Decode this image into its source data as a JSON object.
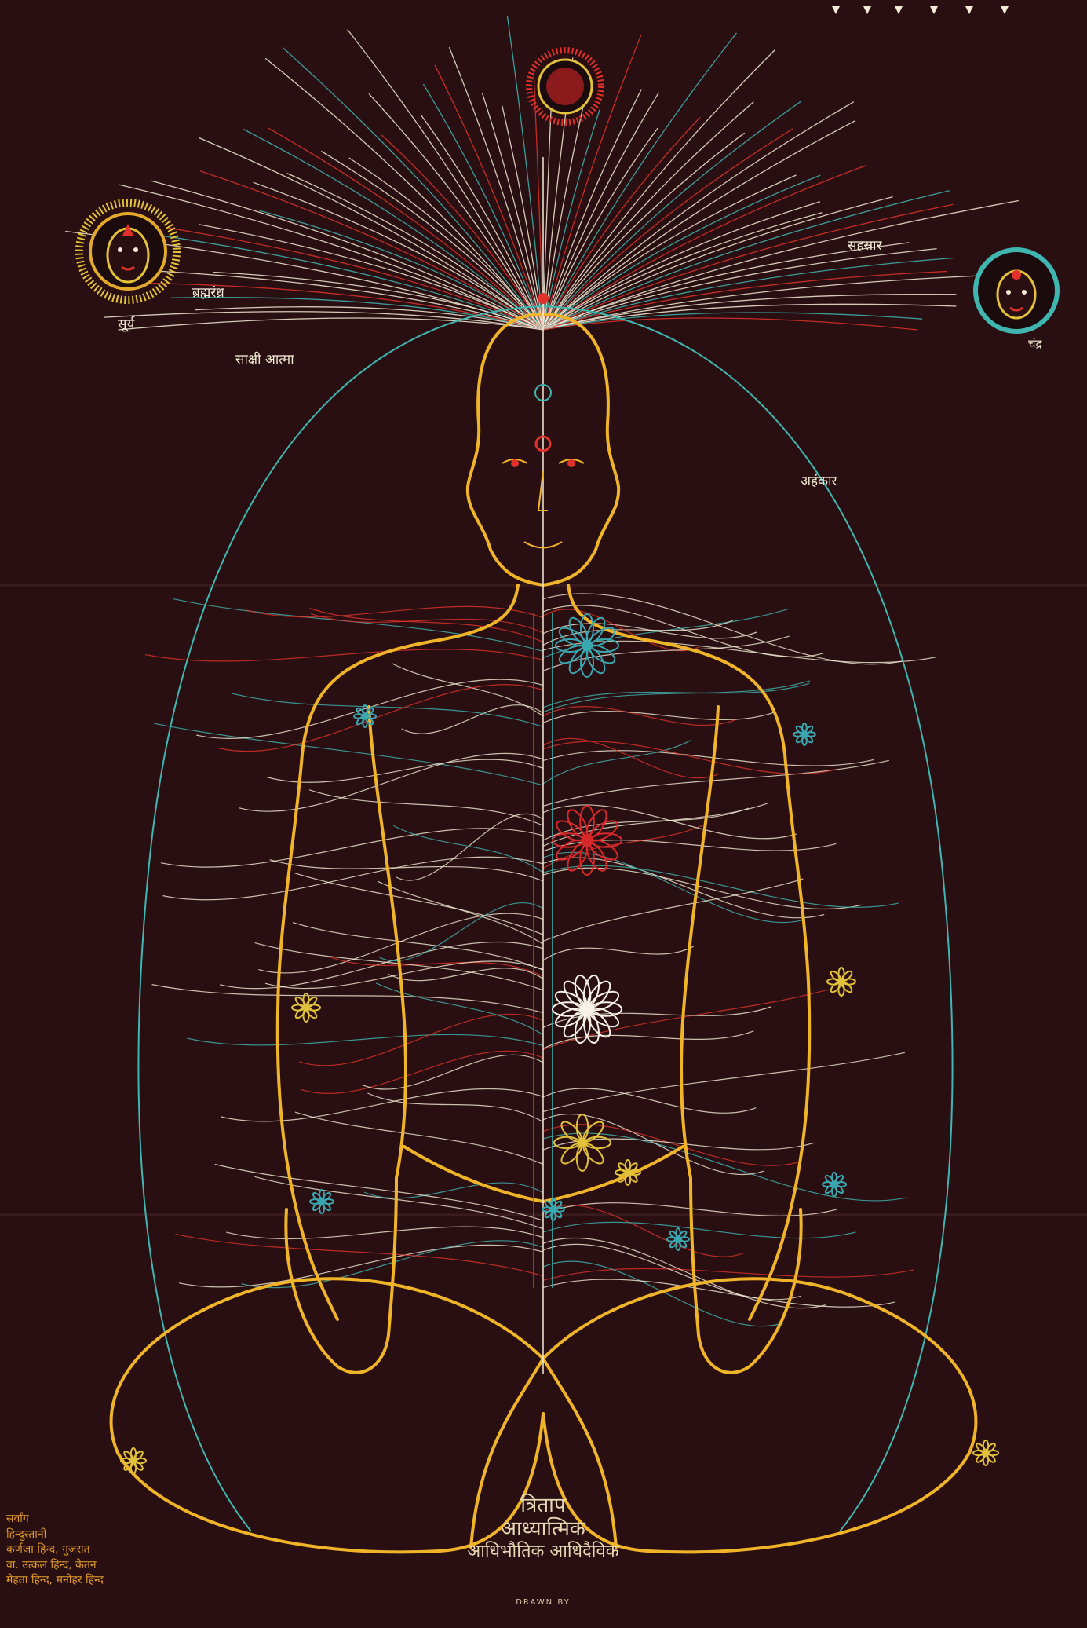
{
  "artwork": {
    "palette": {
      "background": "#2a0f12",
      "body_outline": "#f0b429",
      "nadi_white": "#f4ecd6",
      "nadi_teal": "#3fb7b0",
      "nadi_red": "#e0322b",
      "lotus_red": "#d8282a",
      "lotus_white": "#f6f2e8",
      "lotus_teal": "#3aa6b0",
      "lotus_yellow": "#e2c23a"
    },
    "icons": [
      "sun-icon",
      "moon-icon",
      "crown-chakra-icon",
      "lotus-icon"
    ]
  },
  "labels": {
    "sun": "सूर्य",
    "moon": "चंद्र",
    "left_top": "साक्षी आत्मा",
    "right_top": "अहंकार",
    "sky_left": "ब्रह्मरंध्र",
    "sky_right": "सहस्रार"
  },
  "caption": {
    "line1": "त्रिताप",
    "line2": "आध्यात्मिक",
    "line3": "आधिभौतिक आधिदैविक",
    "drawn": "DRAWN BY"
  },
  "corner_left": [
    "सर्वांग",
    "हिन्दुस्तानी",
    "कर्णजा हिन्द, गुजरात",
    "वा. उत्कल हिन्द, केतन",
    "मेहता हिन्द, मनोहर हिन्द"
  ]
}
